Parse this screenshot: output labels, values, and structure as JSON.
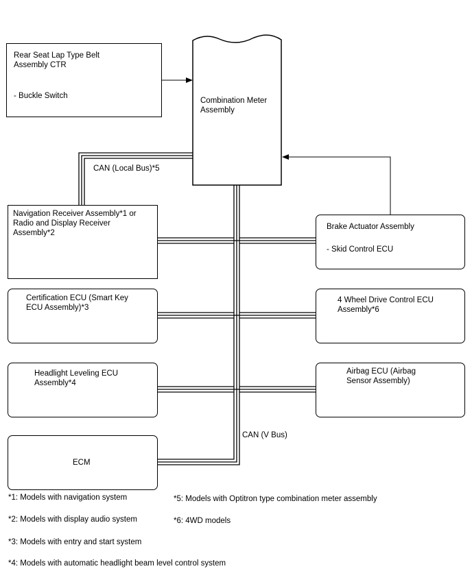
{
  "components": {
    "rear_seat_belt": {
      "line1": "Rear Seat Lap Type Belt\nAssembly CTR",
      "line2": "- Buckle Switch"
    },
    "combination_meter": {
      "label": "Combination Meter\nAssembly"
    },
    "navigation_receiver": {
      "label": "Navigation Receiver Assembly*1 or\nRadio and Display Receiver\nAssembly*2"
    },
    "brake_actuator": {
      "line1": "Brake Actuator Assembly",
      "line2": "- Skid Control ECU"
    },
    "certification_ecu": {
      "label": "Certification ECU (Smart Key\nECU Assembly)*3"
    },
    "four_wd_ecu": {
      "label": "4 Wheel Drive Control ECU\nAssembly*6"
    },
    "headlight_leveling": {
      "label": "Headlight Leveling ECU\nAssembly*4"
    },
    "airbag_ecu": {
      "label": "Airbag ECU (Airbag\nSensor Assembly)"
    },
    "ecm": {
      "label": "ECM"
    }
  },
  "bus_labels": {
    "local_bus": "CAN (Local Bus)*5",
    "v_bus": "CAN (V Bus)"
  },
  "notes": [
    "*1: Models with navigation system",
    "*2: Models with display audio system",
    "*3: Models with entry and start system",
    "*4: Models with automatic headlight beam level control system",
    "*5: Models with Optitron type combination meter assembly",
    "*6: 4WD models"
  ]
}
